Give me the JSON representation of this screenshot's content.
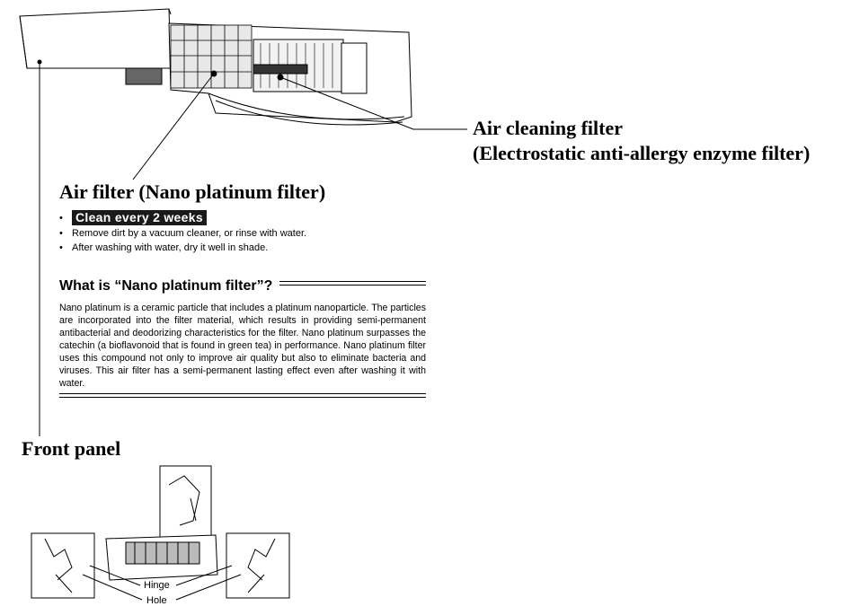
{
  "labels": {
    "air_cleaning_line1": "Air cleaning filter",
    "air_cleaning_line2": "(Electrostatic anti-allergy enzyme filter)",
    "air_filter_title": "Air filter (Nano platinum filter)",
    "front_panel_title": "Front panel"
  },
  "bullets": {
    "highlight": "Clean every 2 weeks",
    "items": [
      "Remove dirt by a vacuum cleaner, or rinse with water.",
      "After washing with water, dry it well in shade."
    ]
  },
  "nano_info": {
    "heading": "What is “Nano platinum filter”?",
    "body": "Nano platinum is a ceramic particle that includes a platinum nanoparticle. The particles are incorporated into the filter material, which results in providing semi-permanent antibacterial and deodorizing characteristics for the filter. Nano platinum surpasses the catechin (a bioflavonoid that is found in green tea) in performance. Nano platinum filter uses this compound not only to improve air quality but also to eliminate bacteria and viruses. This air filter has a semi-permanent lasting effect even after washing it with water."
  },
  "diagram_labels": {
    "hinge": "Hinge",
    "hole": "Hole"
  }
}
